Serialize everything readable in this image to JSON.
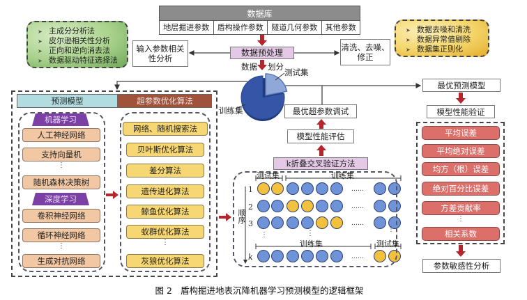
{
  "database": {
    "title": "数据库",
    "params": [
      "地层掘进参数",
      "盾构操作参数",
      "隧道几何参数",
      "其他参数"
    ]
  },
  "feature_methods": {
    "items": [
      "主成分分析法",
      "皮尔逊相关性分析",
      "正向和逆向消去法",
      "数据驱动特征选择法"
    ],
    "bullet": "➤"
  },
  "cleaning_methods": {
    "items": [
      "数据去噪和清洗",
      "数据异常值剔除",
      "数据集正则化"
    ],
    "bullet": "➤"
  },
  "preprocess": {
    "label": "数据预处理"
  },
  "input_correlation": {
    "label": "输入参数相关性分析"
  },
  "cleaning": {
    "label": "清洗、去噪、修正"
  },
  "split": {
    "label_left": "数据",
    "label_right": "划分",
    "test_label": "测试集",
    "train_label": "训练集",
    "test_fraction": 0.22,
    "colors": {
      "train": "#3556a6",
      "test": "#8fa8d8"
    }
  },
  "left_panel": {
    "header_model": "预测模型",
    "header_hyper": "超参数优化算法",
    "ml_title": "机器学习",
    "ml_items": [
      "人工神经网络",
      "支持向量机",
      "随机森林决策树"
    ],
    "dl_title": "深度学习",
    "dl_items": [
      "卷积神经网络",
      "循环神经网络",
      "生成对抗网络"
    ],
    "opt_items": [
      "网络、随机搜索法",
      "贝叶斯优化算法",
      "差分算法",
      "遗传进化算法",
      "鲸鱼优化算法",
      "蚁群优化算法",
      "灰狼优化算法"
    ],
    "ellipsis": "⋮"
  },
  "center": {
    "best_hyper": "最优超参数调试",
    "model_eval": "模型性能评估",
    "kfold": "k折叠交叉验证方法"
  },
  "kfold_grid": {
    "test_label": "测试集",
    "train_label": "训练集",
    "order_label": "顺序",
    "rows": [
      "1",
      "2",
      "3",
      "k"
    ],
    "test_positions": [
      [
        0,
        1
      ],
      [
        2,
        3
      ],
      [
        4,
        5
      ],
      [
        6,
        7
      ]
    ],
    "dots_label": "……",
    "colors": {
      "test": "#f2c23e",
      "train": "#6f93d8"
    }
  },
  "right": {
    "best_model": "最优预测模型",
    "model_verify": "模型性能验证",
    "metrics": [
      "平均误差",
      "平均绝对误差",
      "均方（根）误差",
      "绝对百分比误差",
      "方差贡献率",
      "相关系数"
    ],
    "sensitivity": "参数敏感性分析"
  },
  "caption": {
    "figure_no": "图 2",
    "title": "盾构掘进地表沉降机器学习预测模型的逻辑框架"
  },
  "colors": {
    "arrow_red": "#b3262b",
    "header_model": "#b2dcdf",
    "header_hyper": "#a0523a",
    "purple": "#7b3fa6",
    "ml_item": "#f2c7a3",
    "opt_item": "#f7d773",
    "metric": "#dc6f6a"
  }
}
